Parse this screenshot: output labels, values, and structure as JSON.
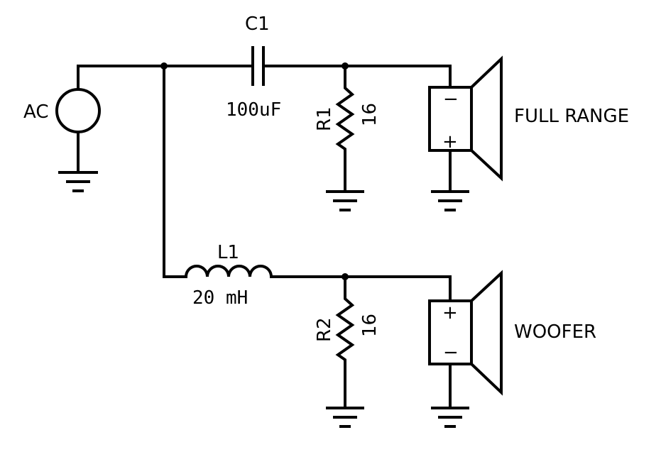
{
  "components": {
    "source": {
      "label": "AC"
    },
    "capacitor": {
      "ref": "C1",
      "value": "100uF"
    },
    "inductor": {
      "ref": "L1",
      "value": "20 mH"
    },
    "resistor_1": {
      "ref": "R1",
      "value": "16"
    },
    "resistor_2": {
      "ref": "R2",
      "value": "16"
    }
  },
  "speakers": {
    "full_range": {
      "label": "FULL RANGE",
      "top_sign": "−",
      "bottom_sign": "+"
    },
    "woofer": {
      "label": "WOOFER",
      "top_sign": "+",
      "bottom_sign": "−"
    }
  }
}
